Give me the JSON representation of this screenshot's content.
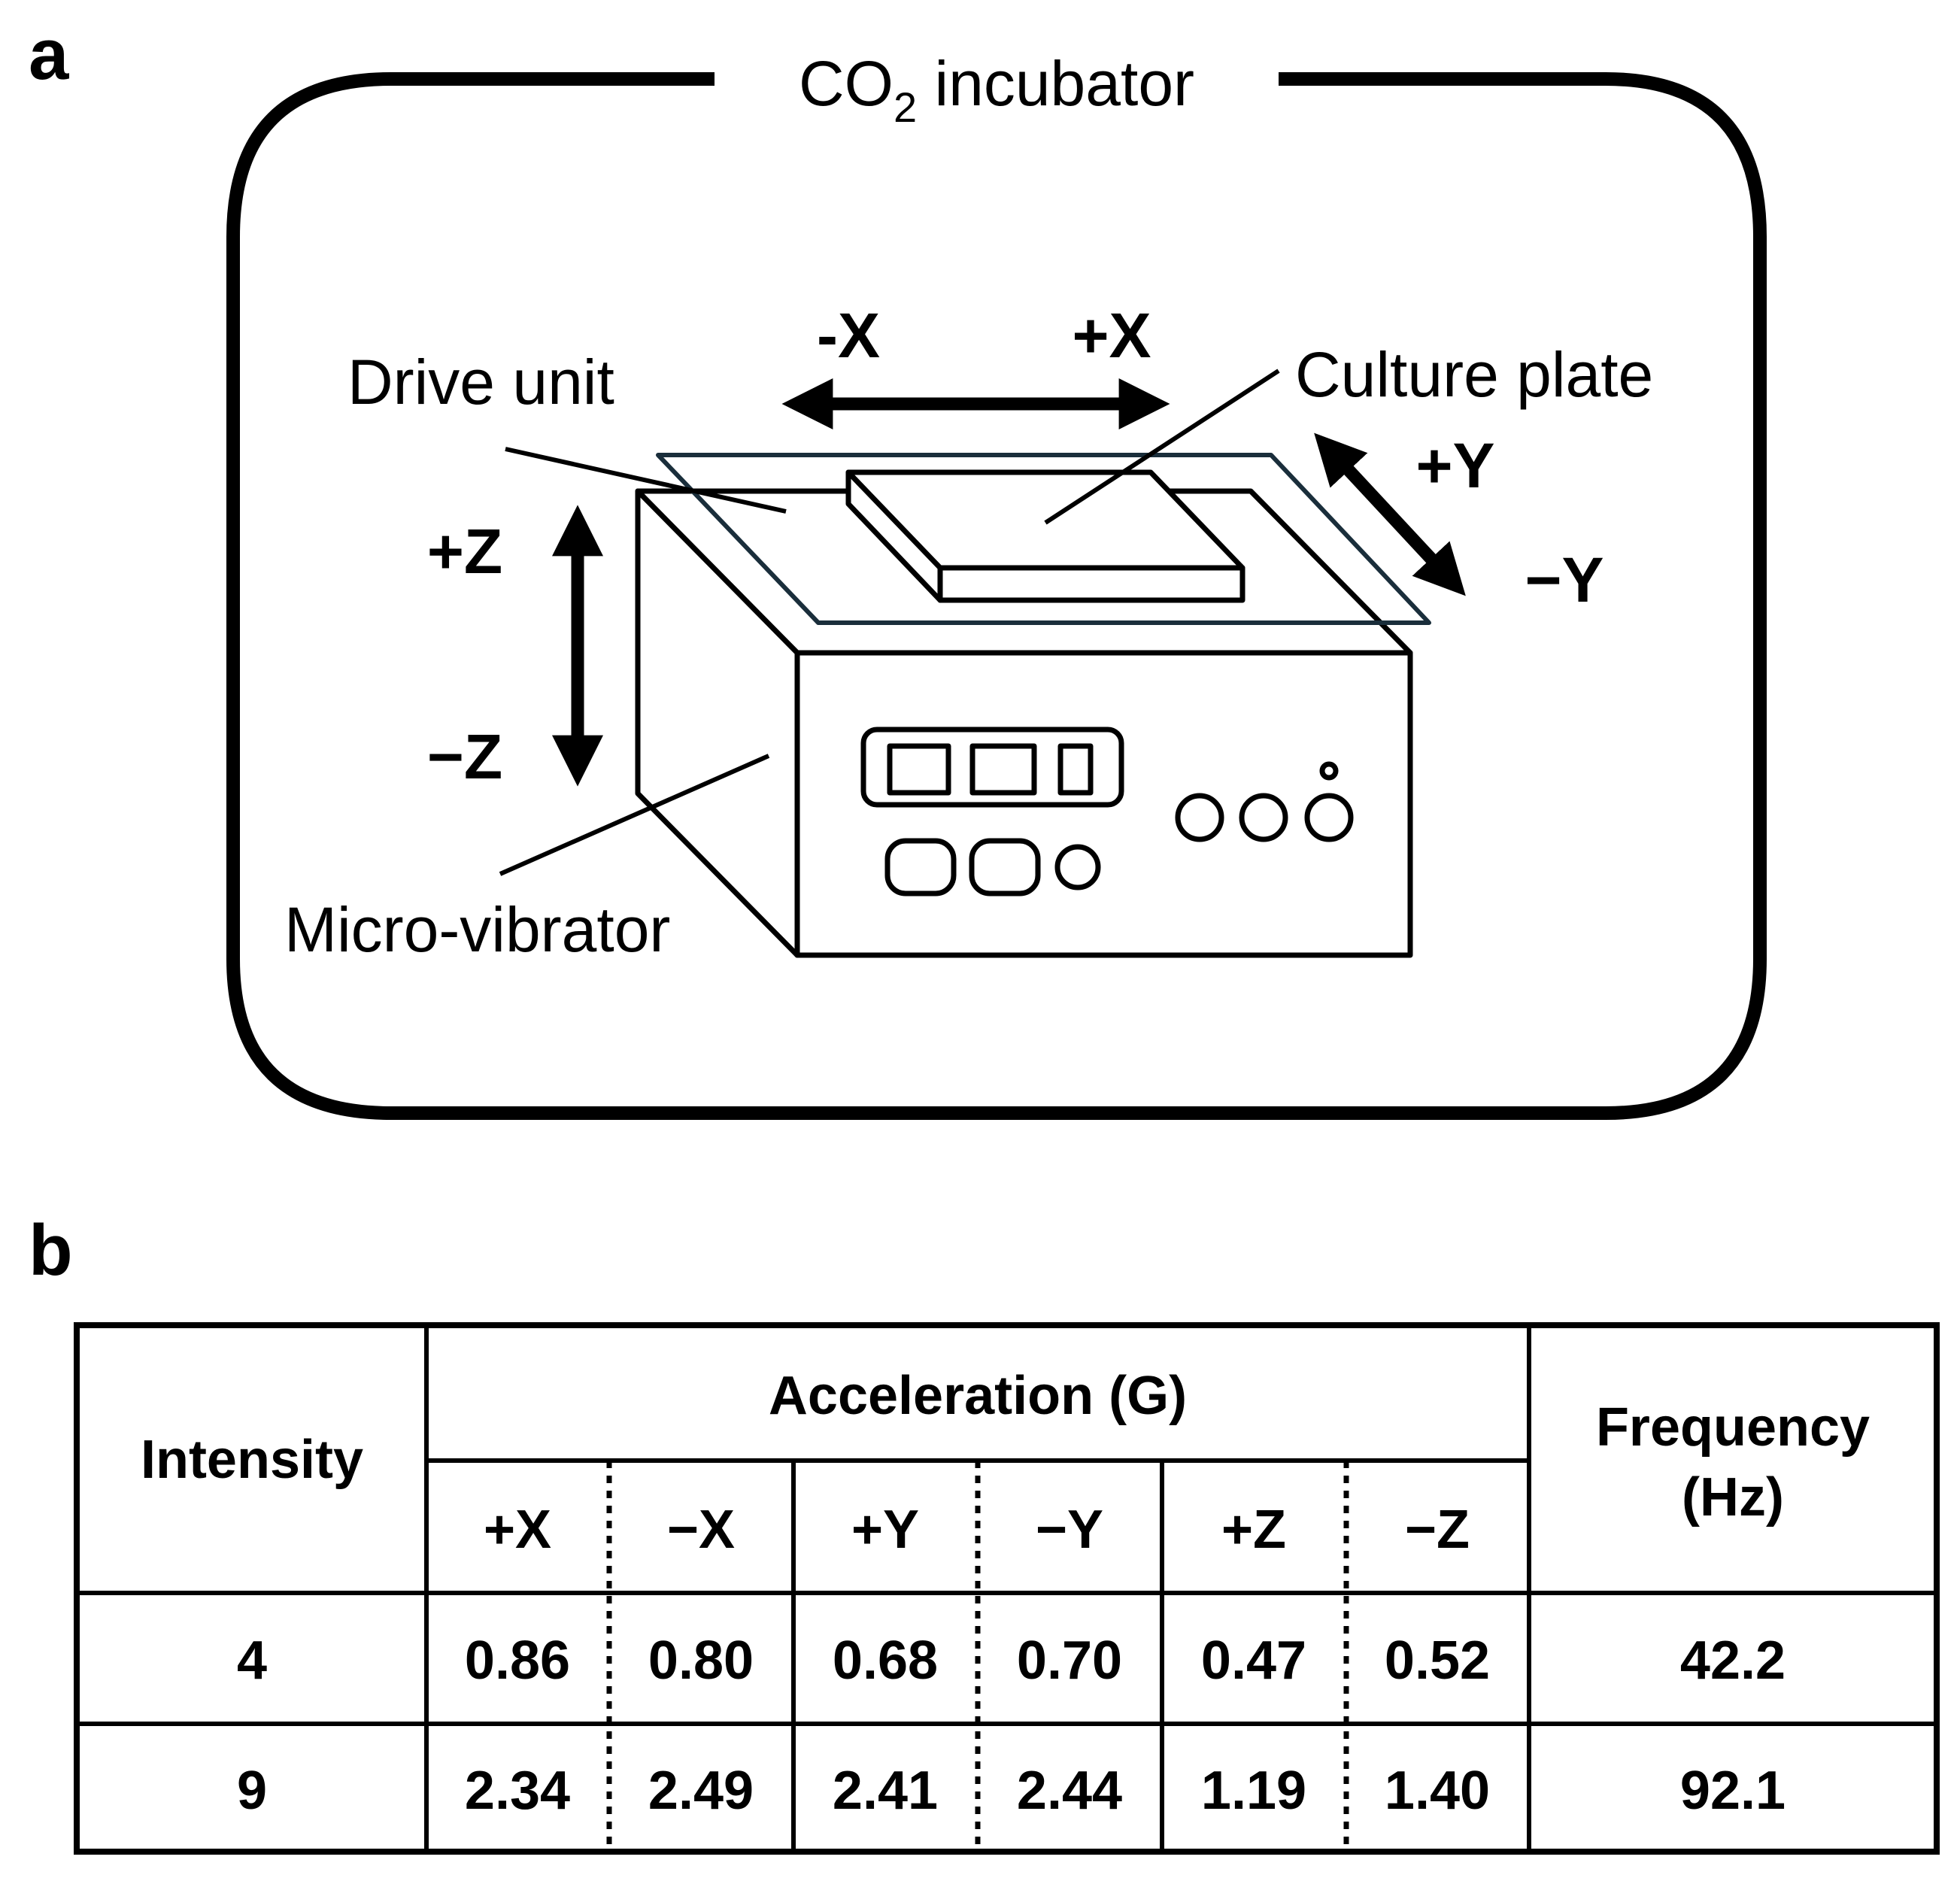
{
  "panel_a": {
    "label": "a",
    "incubator_label": "CO",
    "incubator_subscript": "2",
    "incubator_label_suffix": " incubator",
    "drive_unit": "Drive unit",
    "culture_plate": "Culture plate",
    "micro_vibrator": "Micro-vibrator",
    "axes": {
      "minus_x": "-X",
      "plus_x": "+X",
      "plus_y": "+Y",
      "minus_y": "−Y",
      "plus_z": "+Z",
      "minus_z": "−Z"
    },
    "icons": [
      "double-arrow-x",
      "double-arrow-y",
      "double-arrow-z",
      "micro-vibrator-box",
      "culture-plate",
      "drive-unit-platform"
    ]
  },
  "panel_b": {
    "label": "b",
    "table": {
      "header_intensity": "Intensity",
      "header_acceleration": "Acceleration (G)",
      "header_frequency_line1": "Frequency",
      "header_frequency_line2": "(Hz)",
      "sub_headers": [
        "+X",
        "−X",
        "+Y",
        "−Y",
        "+Z",
        "−Z"
      ],
      "rows": [
        {
          "intensity": "4",
          "values": [
            "0.86",
            "0.80",
            "0.68",
            "0.70",
            "0.47",
            "0.52"
          ],
          "frequency": "42.2"
        },
        {
          "intensity": "9",
          "values": [
            "2.34",
            "2.49",
            "2.41",
            "2.44",
            "1.19",
            "1.40"
          ],
          "frequency": "92.1"
        }
      ]
    }
  }
}
